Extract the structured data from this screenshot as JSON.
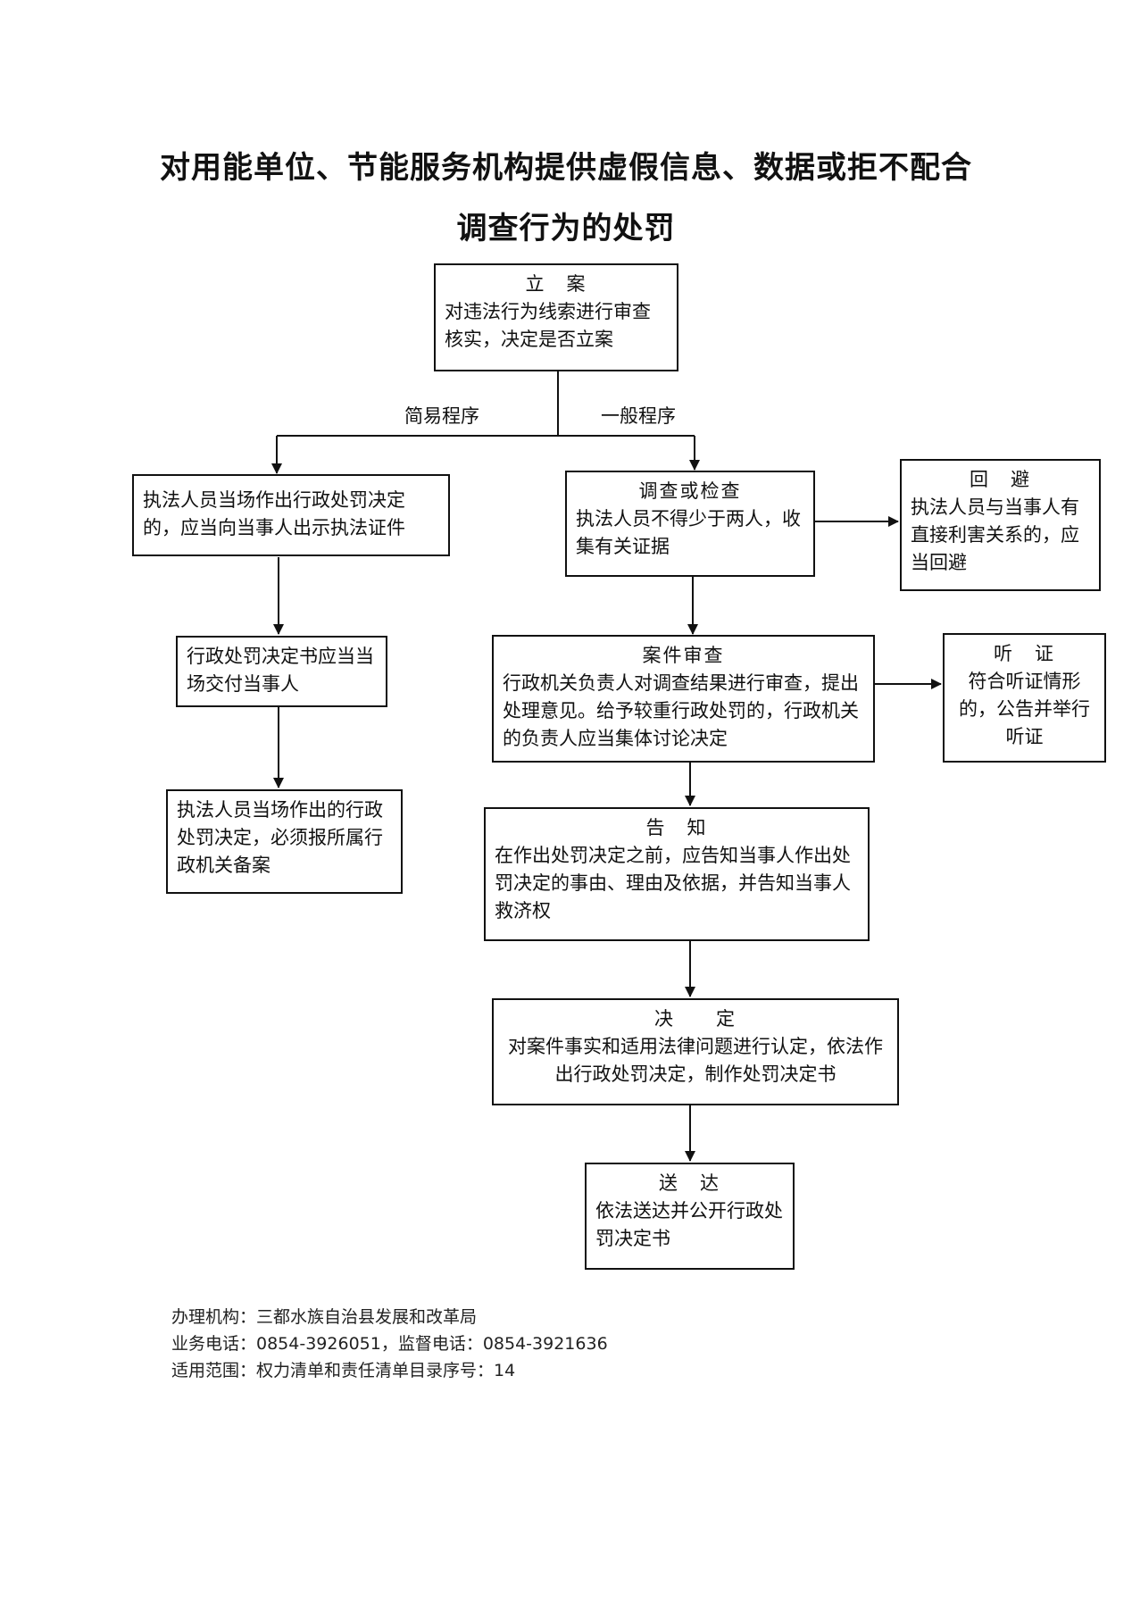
{
  "title": {
    "line1": "对用能单位、节能服务机构提供虚假信息、数据或拒不配合",
    "line2": "调查行为的处罚"
  },
  "nodes": {
    "lian": {
      "head": "立　案",
      "body": "对违法行为线索进行审查核实，决定是否立案"
    },
    "simple_step1": {
      "body": "执法人员当场作出行政处罚决定的，应当向当事人出示执法证件"
    },
    "simple_step2": {
      "body": "行政处罚决定书应当当场交付当事人"
    },
    "simple_step3": {
      "body": "执法人员当场作出的行政处罚决定，必须报所属行政机关备案"
    },
    "diaocha": {
      "head": "调查或检查",
      "body": "执法人员不得少于两人，收集有关证据"
    },
    "huibi": {
      "head": "回　避",
      "body": "执法人员与当事人有直接利害关系的，应当回避"
    },
    "shencha": {
      "head": "案件审查",
      "body": "行政机关负责人对调查结果进行审查，提出处理意见。给予较重行政处罚的，行政机关的负责人应当集体讨论决定"
    },
    "tingzheng": {
      "head": "听　证",
      "body": "符合听证情形的，公告并举行听证"
    },
    "gaozhi": {
      "head": "告　知",
      "body": "在作出处罚决定之前，应告知当事人作出处罚决定的事由、理由及依据，并告知当事人救济权"
    },
    "jueding": {
      "head": "决　　定",
      "body": "对案件事实和适用法律问题进行认定，依法作出行政处罚决定，制作处罚决定书"
    },
    "songda": {
      "head": "送　达",
      "body": "依法送达并公开行政处罚决定书"
    }
  },
  "branch_labels": {
    "simple": "简易程序",
    "general": "一般程序"
  },
  "footer": {
    "agency": "办理机构：三都水族自治县发展和改革局",
    "phone": "业务电话：0854-3926051，监督电话：0854-3921636",
    "scope": "适用范围：权力清单和责任清单目录序号：14"
  }
}
